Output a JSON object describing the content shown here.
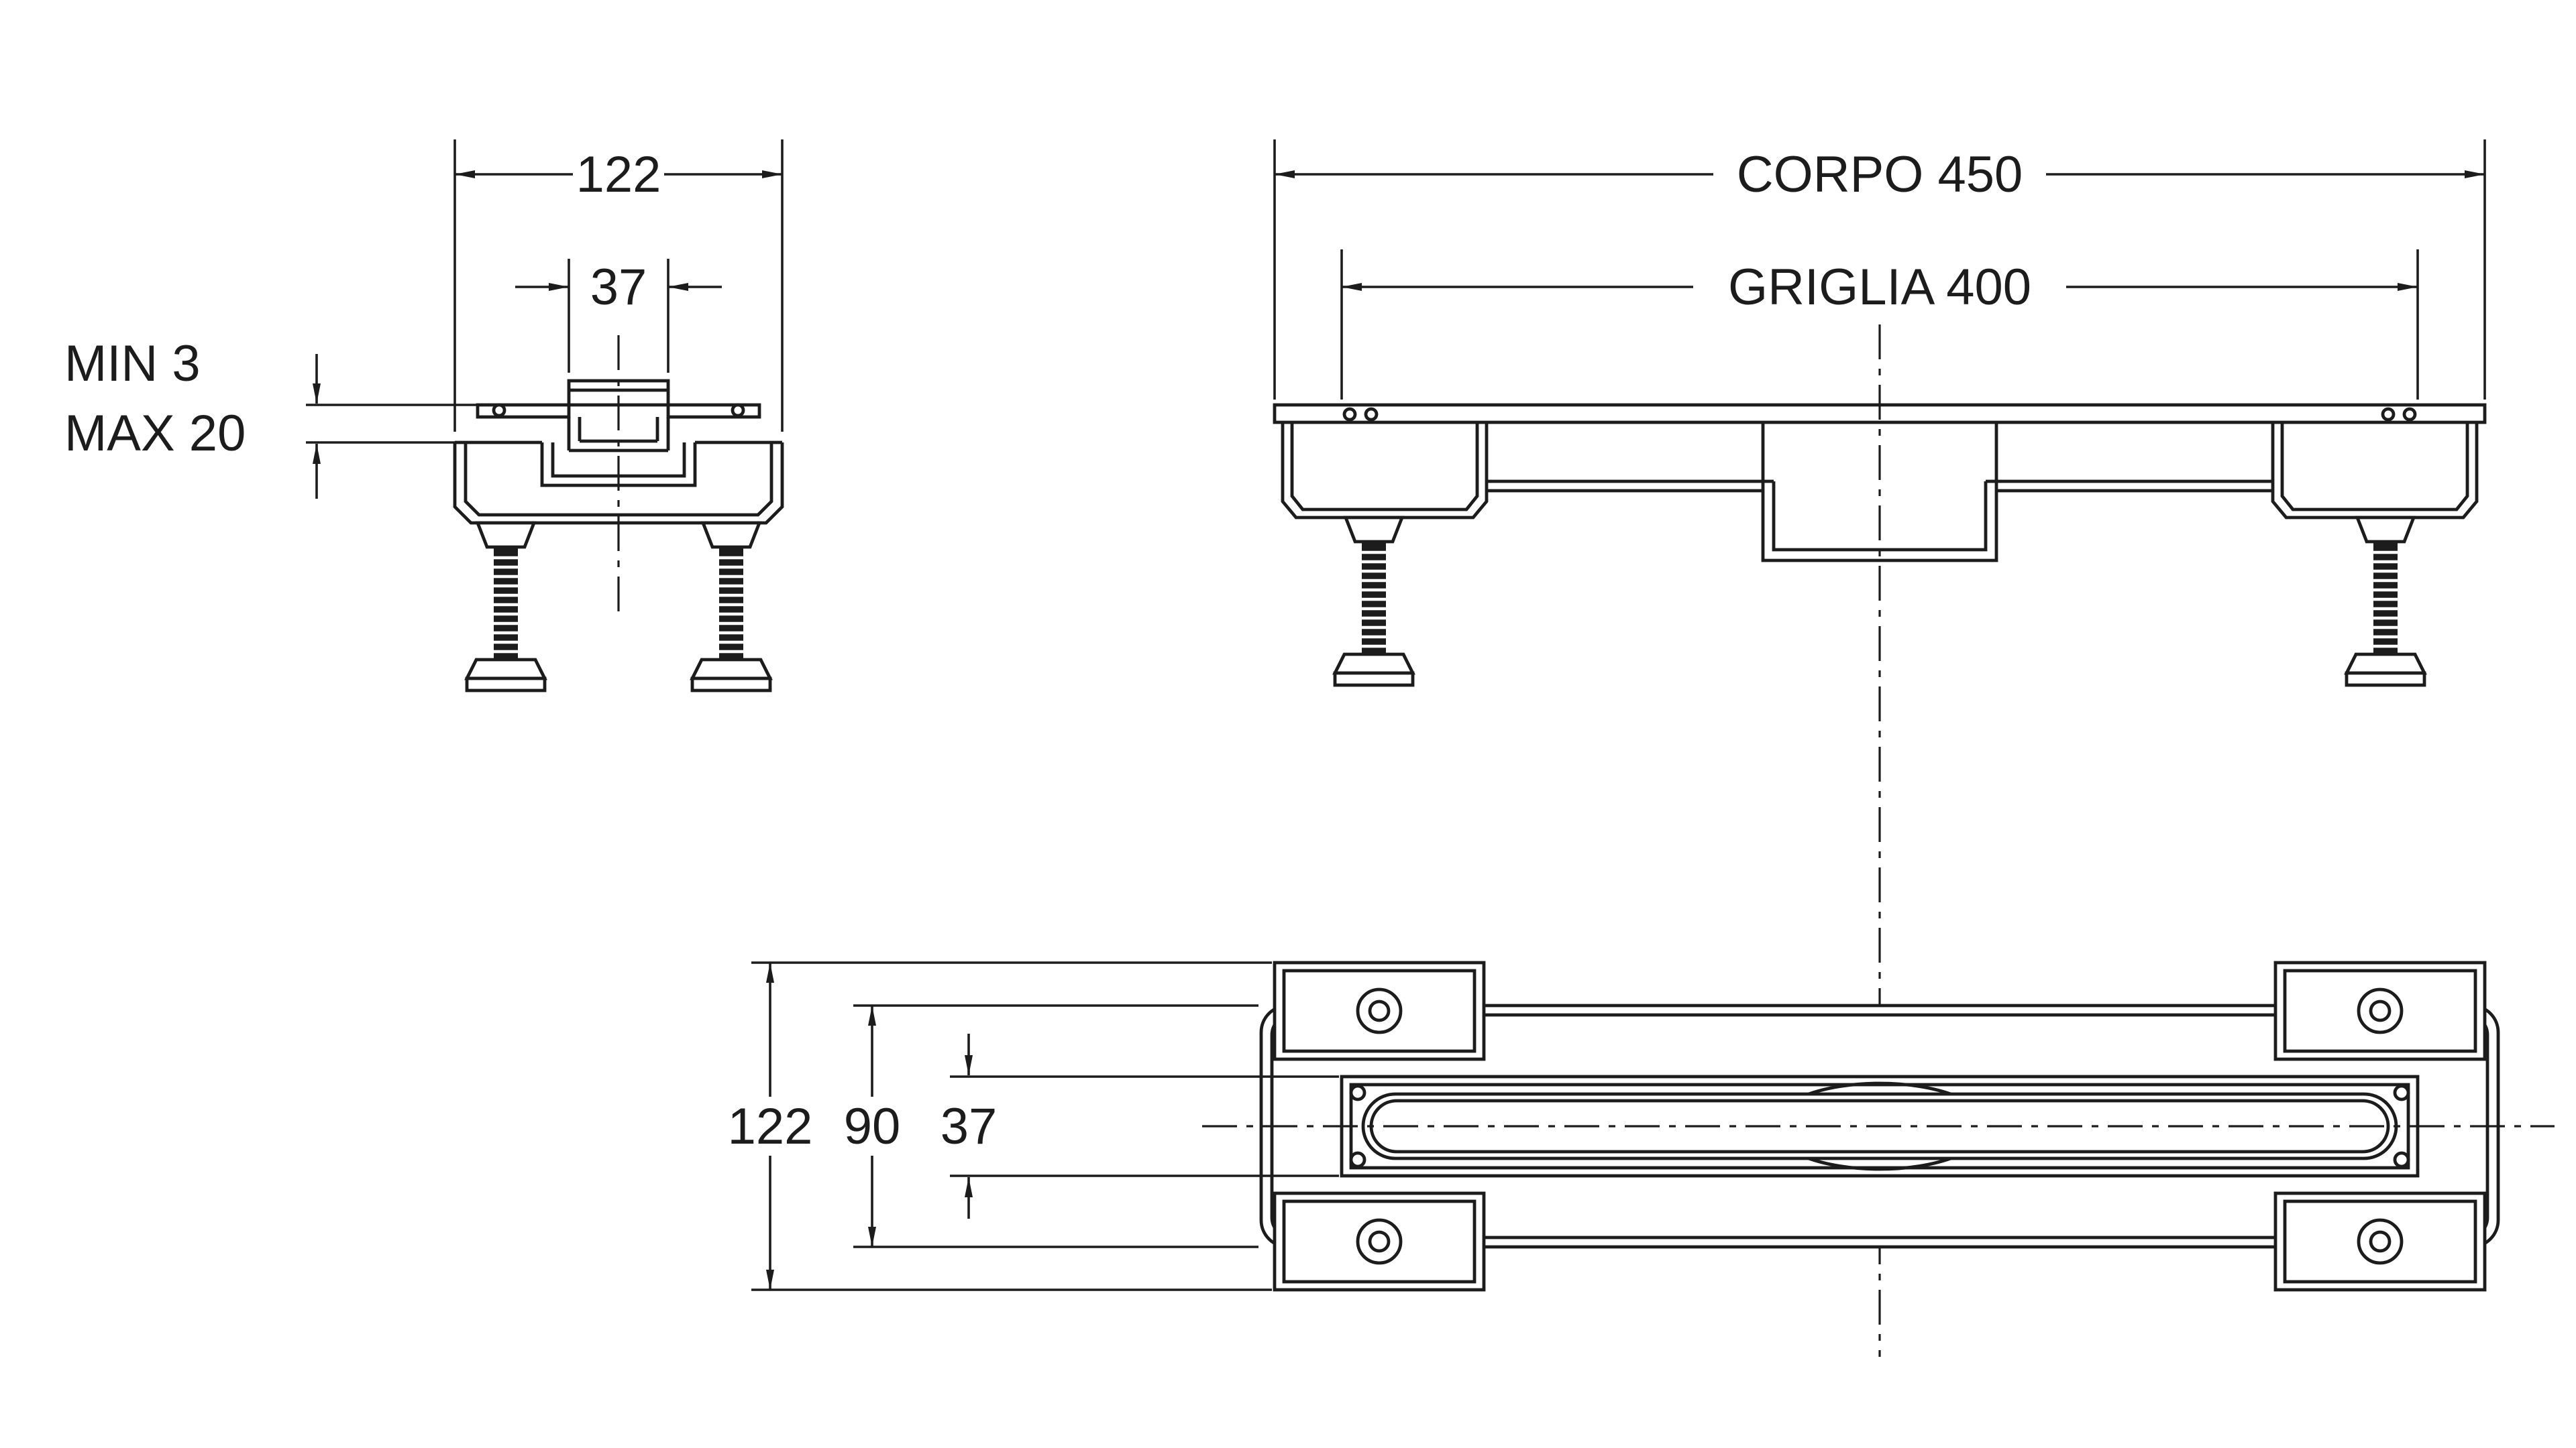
{
  "drawing": {
    "background": "#ffffff",
    "line_color": "#1c1c1c",
    "views": {
      "end_view": {
        "name": "end-cross-section",
        "dims": {
          "overall_width": "122",
          "grate_width": "37",
          "height_min": "MIN 3",
          "height_max": "MAX 20"
        }
      },
      "front_view": {
        "name": "front-elevation",
        "dims": {
          "body_length": "CORPO 450",
          "grille_length": "GRIGLIA 400"
        }
      },
      "plan_view": {
        "name": "top-plan",
        "dims": {
          "overall_width": "122",
          "channel_width": "90",
          "grate_width": "37"
        }
      }
    }
  }
}
